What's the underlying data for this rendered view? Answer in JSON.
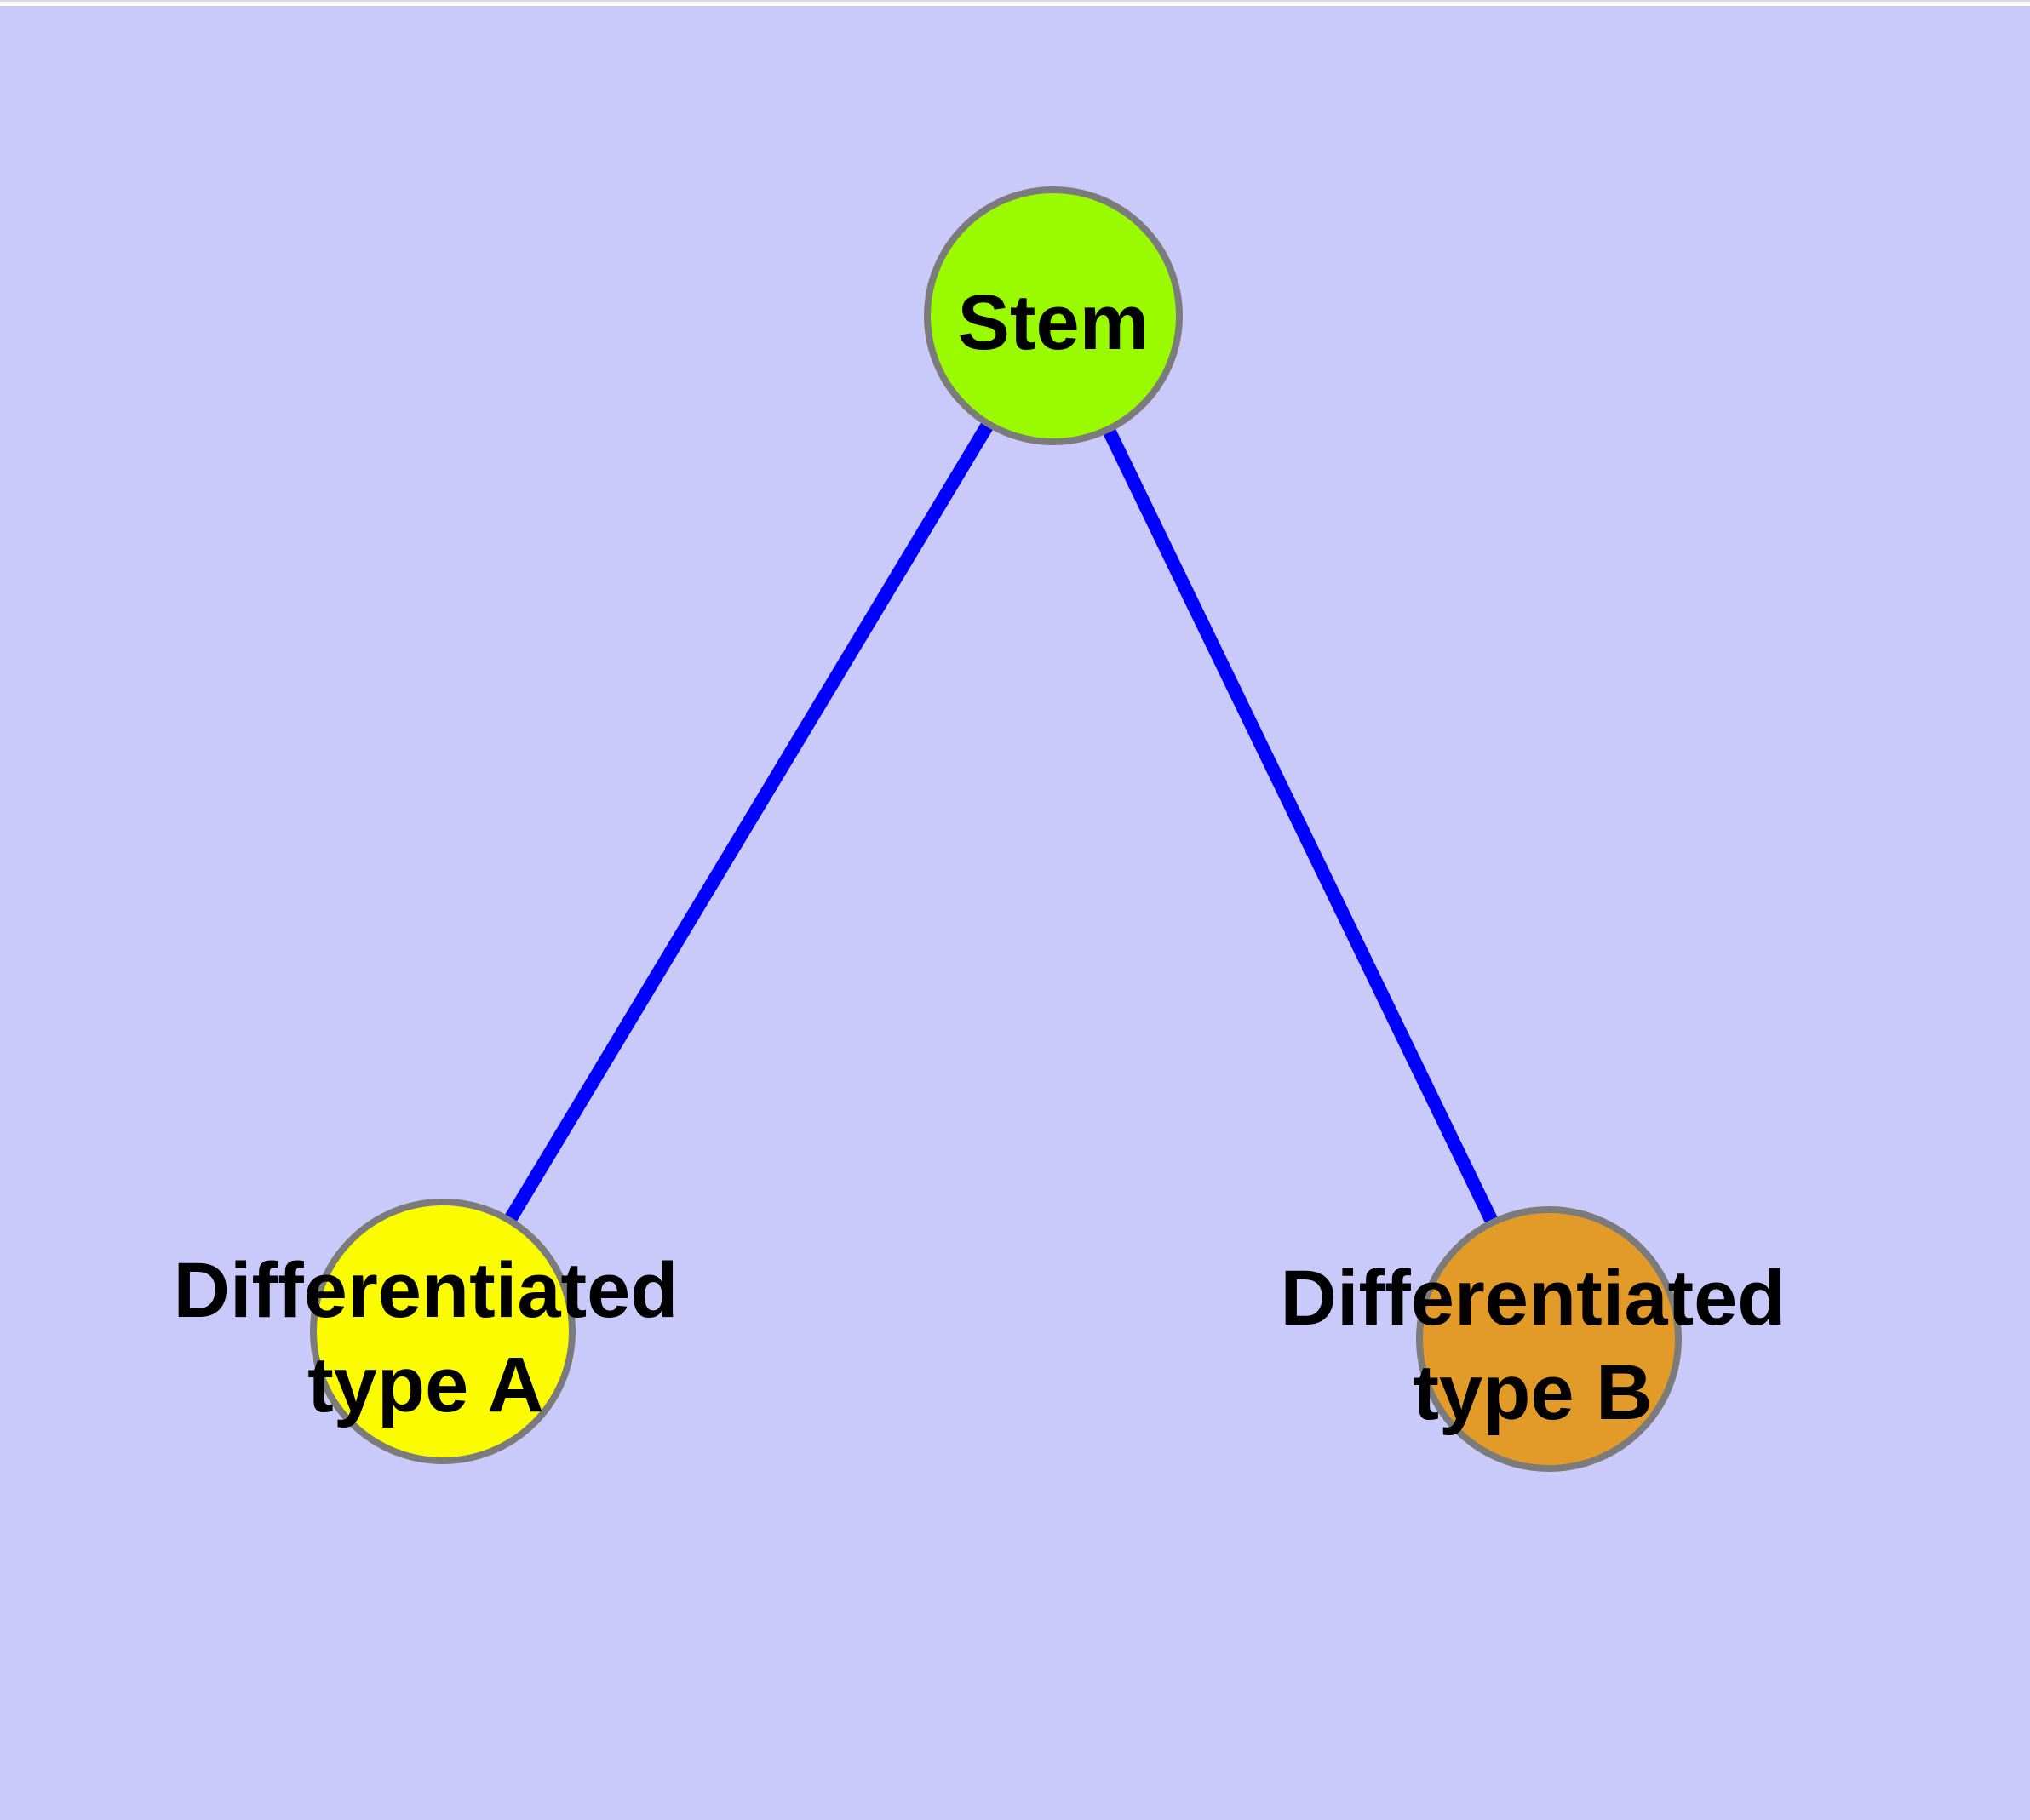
{
  "diagram": {
    "title": "",
    "type": "graph",
    "background_color": "#cacafa",
    "top_margin_color": "#ffffff",
    "label_color": "#000000",
    "edge_style": {
      "color": "#0000fe"
    },
    "node_border_color": "#7b7b7b",
    "nodes": [
      {
        "id": "stem",
        "label": "Stem",
        "fill": "#9afa00"
      },
      {
        "id": "differentiated-type-a",
        "label": "Differentiated type A",
        "label_line1": "Differentiated",
        "label_line2": "type A",
        "fill": "#fcfc00"
      },
      {
        "id": "differentiated-type-b",
        "label": "Differentiated type B",
        "label_line1": "Differentiated",
        "label_line2": "type B",
        "fill": "#e29a28"
      }
    ],
    "edges": [
      {
        "from": "Stem",
        "to": "Differentiated type A"
      },
      {
        "from": "Stem",
        "to": "Differentiated type B"
      }
    ]
  }
}
